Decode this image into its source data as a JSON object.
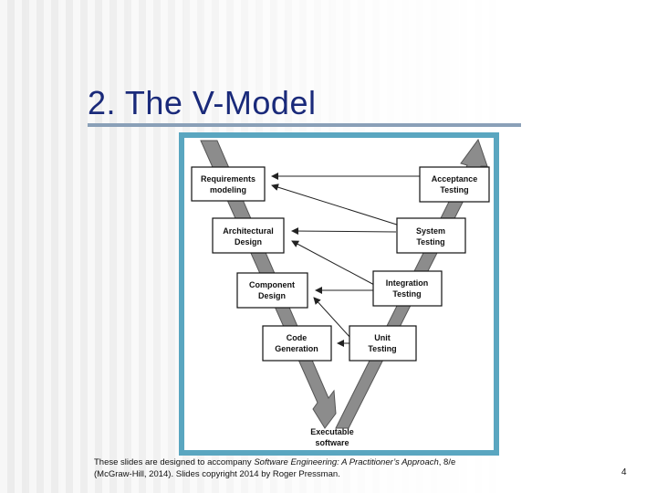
{
  "slide": {
    "title": "2. The V-Model",
    "page_number": "4",
    "footer": {
      "part1": "These slides are designed to accompany ",
      "book_title": "Software Engineering: A Practitioner’s Approach",
      "part2": ", 8/e",
      "line2": "(McGraw-Hill, 2014). Slides copyright 2014 by Roger Pressman."
    }
  },
  "diagram": {
    "left_boxes": [
      {
        "line1": "Requirements",
        "line2": "modeling"
      },
      {
        "line1": "Architectural",
        "line2": "Design"
      },
      {
        "line1": "Component",
        "line2": "Design"
      },
      {
        "line1": "Code",
        "line2": "Generation"
      }
    ],
    "right_boxes": [
      {
        "line1": "Acceptance",
        "line2": "Testing"
      },
      {
        "line1": "System",
        "line2": "Testing"
      },
      {
        "line1": "Integration",
        "line2": "Testing"
      },
      {
        "line1": "Unit",
        "line2": "Testing"
      }
    ],
    "bottom": {
      "line1": "Executable",
      "line2": "software"
    },
    "colors": {
      "frame": "#5aa6c0",
      "arrow_fill": "#8c8c8c",
      "title": "#1a2a7a"
    }
  }
}
